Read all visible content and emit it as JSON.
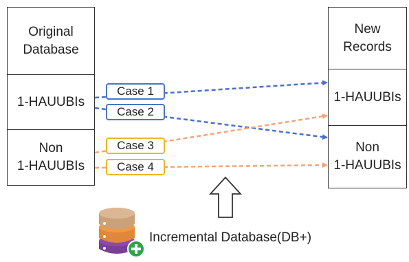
{
  "left": {
    "header": "Original\nDatabase",
    "hauubis": "1-HAUUBIs",
    "non_hauubis": "Non\n1-HAUUBIs"
  },
  "right": {
    "header": "New\nRecords",
    "hauubis": "1-HAUUBIs",
    "non_hauubis": "Non\n1-HAUUBIs"
  },
  "cases": [
    {
      "label": "Case 1",
      "color": "#4a74c9"
    },
    {
      "label": "Case 2",
      "color": "#4a74c9"
    },
    {
      "label": "Case 3",
      "color": "#f0b428"
    },
    {
      "label": "Case 4",
      "color": "#f0b428"
    }
  ],
  "arrow_colors": {
    "blue": "#4a6fd0",
    "orange": "#f2a57a"
  },
  "footer": {
    "label": "Incremental Database(DB+)"
  },
  "icons": {
    "database": "database-plus-icon",
    "up_arrow": "up-arrow-icon"
  }
}
